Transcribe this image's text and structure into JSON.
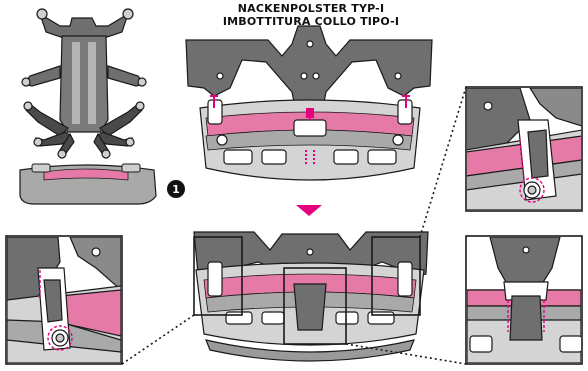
{
  "title": {
    "line1": "NACKENPOLSTER TYP-I",
    "line2": "IMBOTTITURA COLLO TIPO-I"
  },
  "step_badge": "1",
  "colors": {
    "frame_gray": "#6f6f6f",
    "pad_gray": "#a9a9a9",
    "light_gray": "#d0d0d0",
    "outline": "#1a1a1a",
    "accent_pink": "#e8579a",
    "pad_pink": "#e57aa6",
    "arrow_magenta": "#e6007e"
  },
  "icons": [
    "harness-icon",
    "neck-pad-icon",
    "down-arrow-icon",
    "magnifier-callout-icon"
  ]
}
